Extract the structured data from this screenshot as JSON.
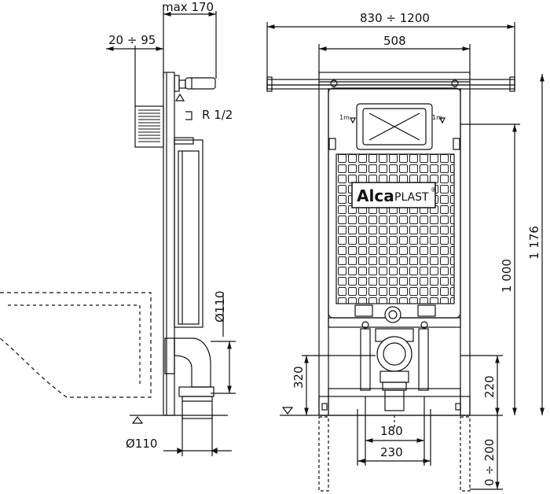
{
  "dimensions": {
    "max_170": "max 170",
    "range_20_95": "20 ÷ 95",
    "thread_r12": "R 1/2",
    "dia_110_vertical": "Ø110",
    "dia_110_bottom": "Ø110",
    "range_830_1200": "830 ÷ 1200",
    "width_508": "508",
    "height_1176": "1 176",
    "height_1000": "1 000",
    "height_320": "320",
    "height_220": "220",
    "spacing_180": "180",
    "spacing_230": "230",
    "range_0_200": "0 ÷ 200",
    "level_mark_left": "1m",
    "level_mark_right": "1m"
  },
  "logo": {
    "brand_bold": "Alca",
    "brand_light": "PLAST",
    "registered": "®"
  }
}
